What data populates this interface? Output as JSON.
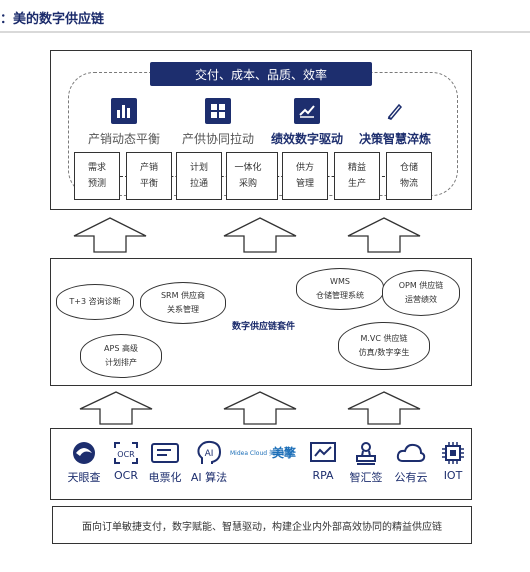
{
  "title": "：美的数字供应链",
  "top": {
    "banner": "交付、成本、品质、效率",
    "pillars": [
      "产销动态平衡",
      "产供协同拉动",
      "绩效数字驱动",
      "决策智慧淬炼"
    ],
    "subs": [
      [
        "需求",
        "预测"
      ],
      [
        "产销",
        "平衡"
      ],
      [
        "计划",
        "拉通"
      ],
      [
        "一体化",
        "采购"
      ],
      [
        "供方",
        "管理"
      ],
      [
        "精益",
        "生产"
      ],
      [
        "仓储",
        "物流"
      ]
    ]
  },
  "middle": {
    "center_label": "数字供应链套件",
    "clouds": [
      [
        "T+3 咨询诊断"
      ],
      [
        "SRM 供应商",
        "关系管理"
      ],
      [
        "WMS",
        "仓储管理系统"
      ],
      [
        "OPM 供应链",
        "运营绩效"
      ],
      [
        "APS 高级",
        "计划排产"
      ],
      [
        "M.VC 供应链",
        "仿真/数字孪生"
      ]
    ]
  },
  "bottom": {
    "tools": [
      "天眼查",
      "OCR",
      "电票化",
      "AI 算法",
      "RPA",
      "智汇签",
      "公有云",
      "IOT"
    ],
    "brand_small": "Midea Cloud 美云智数",
    "brand_big": "美擎"
  },
  "footer": "面向订单敏捷支付，数字赋能、智慧驱动，构建企业内外部高效协同的精益供应链",
  "colors": {
    "navy": "#1d2e6e",
    "border": "#333333"
  }
}
